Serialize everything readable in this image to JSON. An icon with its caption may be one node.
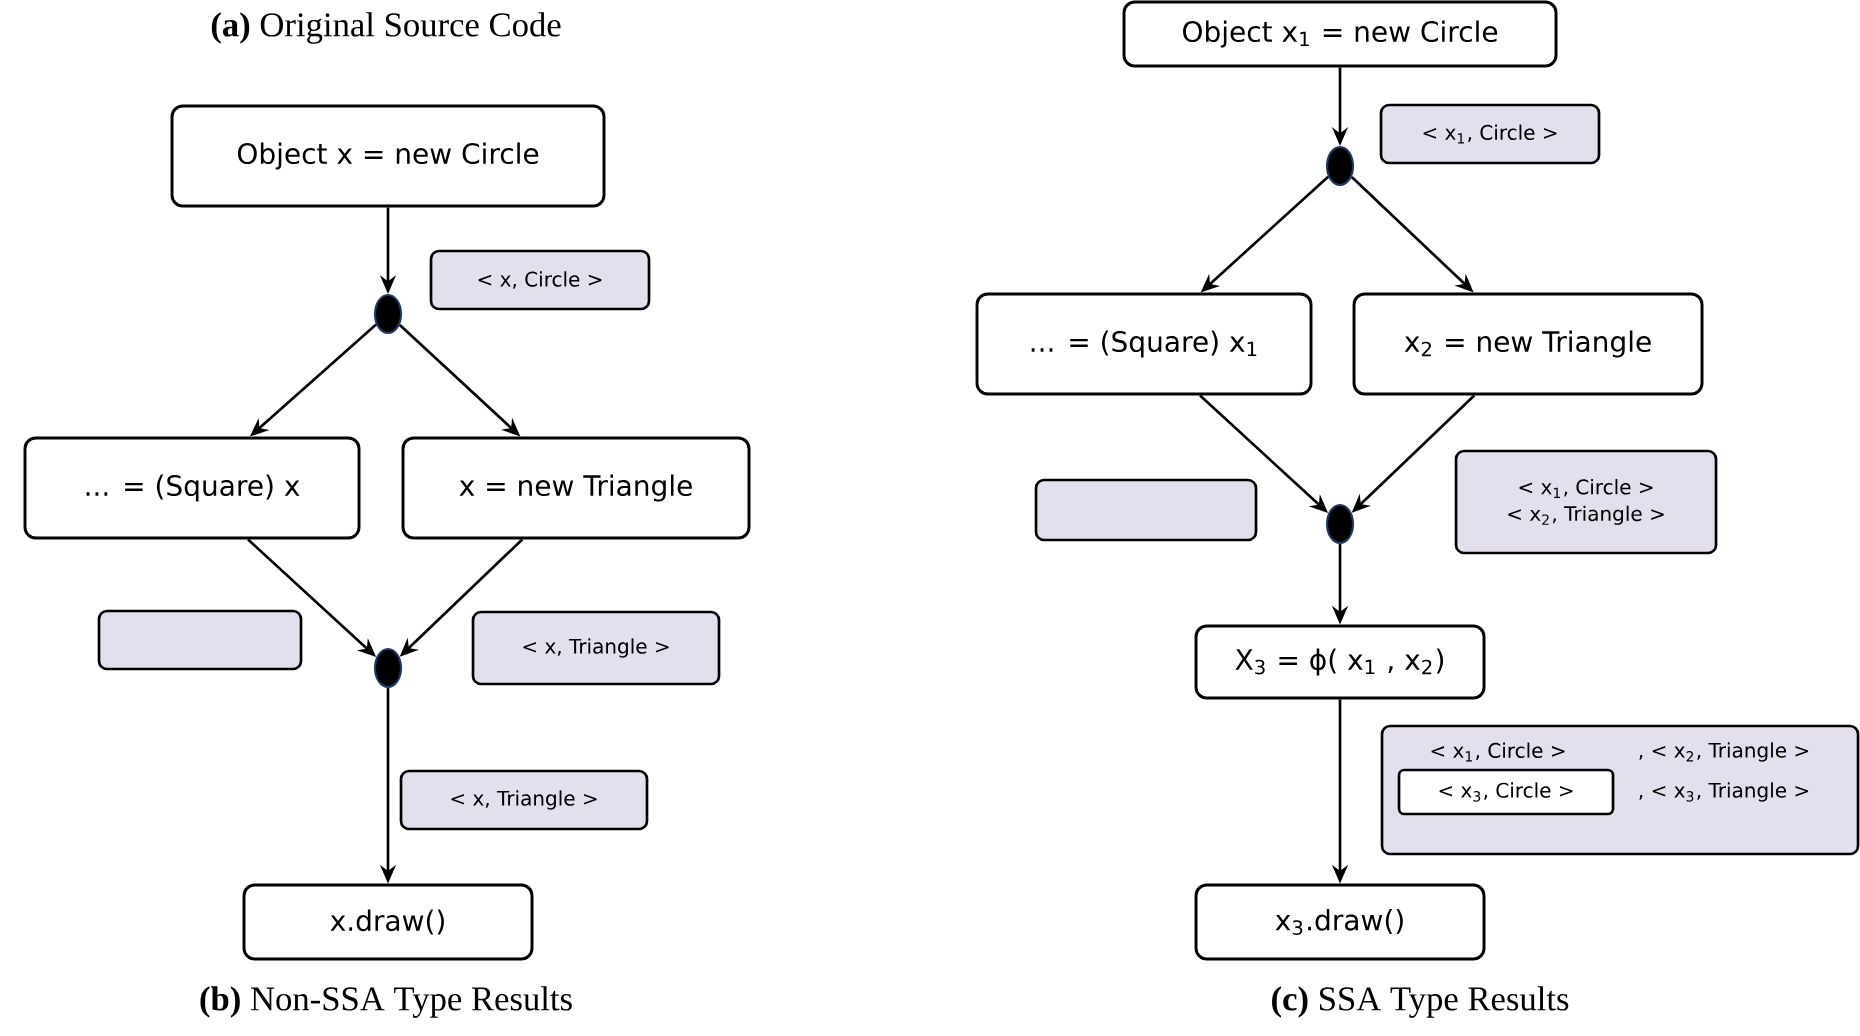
{
  "diagram": {
    "nodes": [
      {
        "text": [
          "Object x = new Circle"
        ]
      },
      {
        "text": [],
        "shape": "circle"
      },
      {
        "text": [
          "< x, Circle >"
        ]
      },
      {
        "text": [
          "...  = (Square) x"
        ]
      },
      {
        "text": [
          "x = new Triangle"
        ]
      },
      {
        "text": [],
        "shape": "box"
      },
      {
        "text": [],
        "shape": "circle"
      },
      {
        "text": [
          "< x, Triangle >"
        ]
      },
      {
        "text": [
          "< x, Triangle >"
        ]
      },
      {
        "text": [
          "x.draw()"
        ]
      },
      {
        "text": [
          "Object x$_{1}$ = new Circle"
        ]
      },
      {
        "text": [],
        "shape": "circle"
      },
      {
        "text": [
          "< x$_{1}$, Circle >"
        ]
      },
      {
        "text": [
          "...  = (Square) x$_{1}$"
        ]
      },
      {
        "text": [
          "x$_{2}$ = new Triangle"
        ]
      },
      {
        "text": [],
        "shape": "box"
      },
      {
        "text": [],
        "shape": "circle"
      },
      {
        "text": [
          "< x$_{1}$, Circle >",
          "< x$_{2}$, Triangle >"
        ]
      },
      {
        "text": [
          "X$_{3}$ = ϕ( x$_{1}$ , x$_{2}$)"
        ]
      },
      {
        "text": [
          "< x$_{1}$, Circle >",
          ", < x$_{2}$, Triangle >",
          ", < x$_{3}$, Triangle >"
        ]
      },
      {
        "text": [
          "< x$_{3}$, Circle >"
        ],
        "in": 19
      },
      {
        "text": [
          "x$_{3}$.draw()"
        ]
      }
    ],
    "edges": [
      {
        "from": 0,
        "to": 1,
        "arrow": "to"
      },
      {
        "from": 1,
        "to": 3,
        "arrow": "to"
      },
      {
        "from": 1,
        "to": 4,
        "arrow": "to"
      },
      {
        "from": 3,
        "to": 6,
        "arrow": "to"
      },
      {
        "from": 4,
        "to": 6,
        "arrow": "to"
      },
      {
        "from": 6,
        "to": 9,
        "arrow": "to"
      },
      {
        "from": 10,
        "to": 11,
        "arrow": "to"
      },
      {
        "from": 11,
        "to": 13,
        "arrow": "to"
      },
      {
        "from": 11,
        "to": 14,
        "arrow": "to"
      },
      {
        "from": 13,
        "to": 16,
        "arrow": "to"
      },
      {
        "from": 14,
        "to": 16,
        "arrow": "to"
      },
      {
        "from": 16,
        "to": 18,
        "arrow": "to"
      },
      {
        "from": 18,
        "to": 21,
        "arrow": "to"
      }
    ],
    "labels": [
      "**(a)** Original Source Code",
      "**(b)** Non-SSA Type Results",
      "**(c)** SSA Type Results"
    ]
  }
}
